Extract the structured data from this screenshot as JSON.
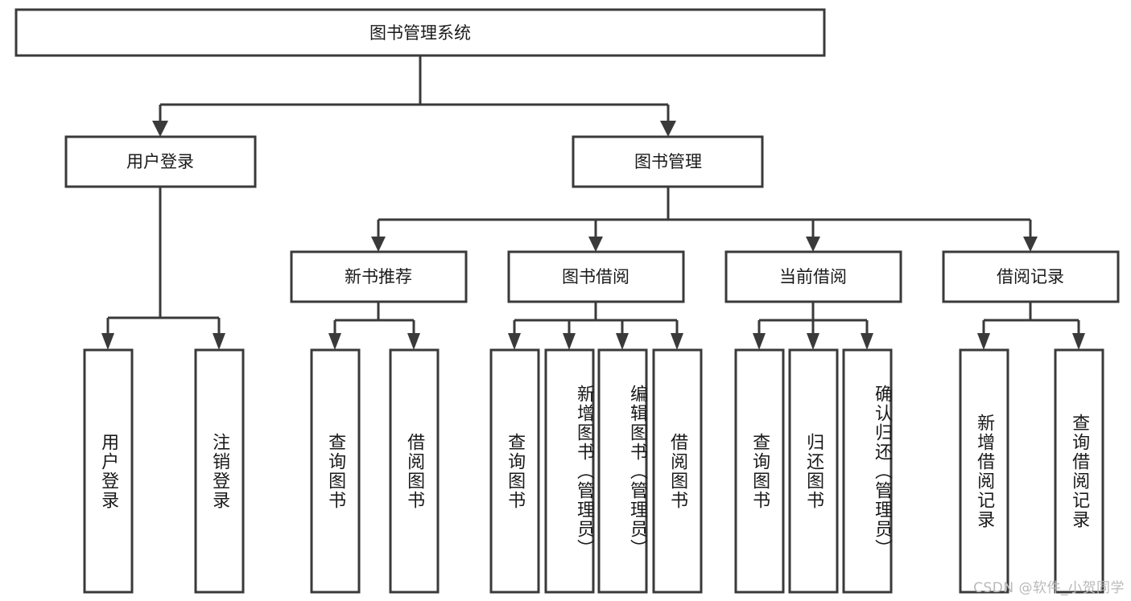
{
  "diagram": {
    "type": "tree",
    "title": "图书管理系统",
    "root": {
      "id": "root",
      "label": "图书管理系统",
      "orientation": "horizontal"
    },
    "level2": [
      {
        "id": "user-login",
        "label": "用户登录",
        "orientation": "horizontal"
      },
      {
        "id": "book-manage",
        "label": "图书管理",
        "orientation": "horizontal"
      }
    ],
    "level3": [
      {
        "id": "new-book-recommend",
        "label": "新书推荐",
        "orientation": "horizontal",
        "parent": "book-manage"
      },
      {
        "id": "book-borrow",
        "label": "图书借阅",
        "orientation": "horizontal",
        "parent": "book-manage"
      },
      {
        "id": "current-borrow",
        "label": "当前借阅",
        "orientation": "horizontal",
        "parent": "book-manage"
      },
      {
        "id": "borrow-record",
        "label": "借阅记录",
        "orientation": "horizontal",
        "parent": "book-manage"
      }
    ],
    "leaves": [
      {
        "id": "leaf-user-login",
        "label": "用户登录",
        "orientation": "vertical",
        "parent": "user-login"
      },
      {
        "id": "leaf-user-logout",
        "label": "注销登录",
        "orientation": "vertical",
        "parent": "user-login"
      },
      {
        "id": "leaf-query-book-1",
        "label": "查询图书",
        "orientation": "vertical",
        "parent": "new-book-recommend"
      },
      {
        "id": "leaf-borrow-book-1",
        "label": "借阅图书",
        "orientation": "vertical",
        "parent": "new-book-recommend"
      },
      {
        "id": "leaf-query-book-2",
        "label": "查询图书",
        "orientation": "vertical",
        "parent": "book-borrow"
      },
      {
        "id": "leaf-add-book",
        "label": "新增图书（管理员）",
        "orientation": "vertical",
        "parent": "book-borrow"
      },
      {
        "id": "leaf-edit-book",
        "label": "编辑图书（管理员）",
        "orientation": "vertical",
        "parent": "book-borrow"
      },
      {
        "id": "leaf-borrow-book-2",
        "label": "借阅图书",
        "orientation": "vertical",
        "parent": "book-borrow"
      },
      {
        "id": "leaf-query-book-3",
        "label": "查询图书",
        "orientation": "vertical",
        "parent": "current-borrow"
      },
      {
        "id": "leaf-return-book",
        "label": "归还图书",
        "orientation": "vertical",
        "parent": "current-borrow"
      },
      {
        "id": "leaf-confirm-return",
        "label": "确认归还（管理员）",
        "orientation": "vertical",
        "parent": "current-borrow"
      },
      {
        "id": "leaf-add-record",
        "label": "新增借阅记录",
        "orientation": "vertical",
        "parent": "borrow-record"
      },
      {
        "id": "leaf-query-record",
        "label": "查询借阅记录",
        "orientation": "vertical",
        "parent": "borrow-record"
      }
    ],
    "colors": {
      "stroke": "#3a3a3a",
      "fill": "#ffffff",
      "text": "#1a1a1a",
      "background": "#ffffff",
      "watermark": "#b9b9b9"
    }
  },
  "watermark": {
    "text": "CSDN @软件_小贺同学"
  }
}
